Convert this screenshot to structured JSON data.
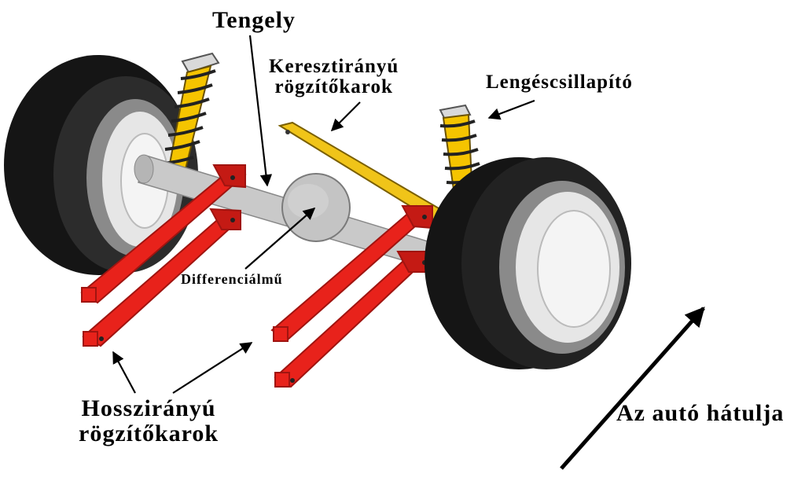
{
  "labels": {
    "axle": "Tengely",
    "panhard_line1": "Keresztirányú",
    "panhard_line2": "rögzítőkarok",
    "shock": "Lengéscsillapító",
    "differential": "Differenciálmű",
    "trailing_line1": "Hosszirányú",
    "trailing_line2": "rögzítőkarok",
    "rear": "Az autó hátulja"
  },
  "colors": {
    "arm_red": "#e8221b",
    "arm_red_dark": "#a01410",
    "spring_yellow": "#f5c400",
    "panhard_yellow": "#f0c419",
    "axle_gray": "#c9c9c9",
    "tire_black": "#151515",
    "rim_light": "#e6e6e6"
  }
}
